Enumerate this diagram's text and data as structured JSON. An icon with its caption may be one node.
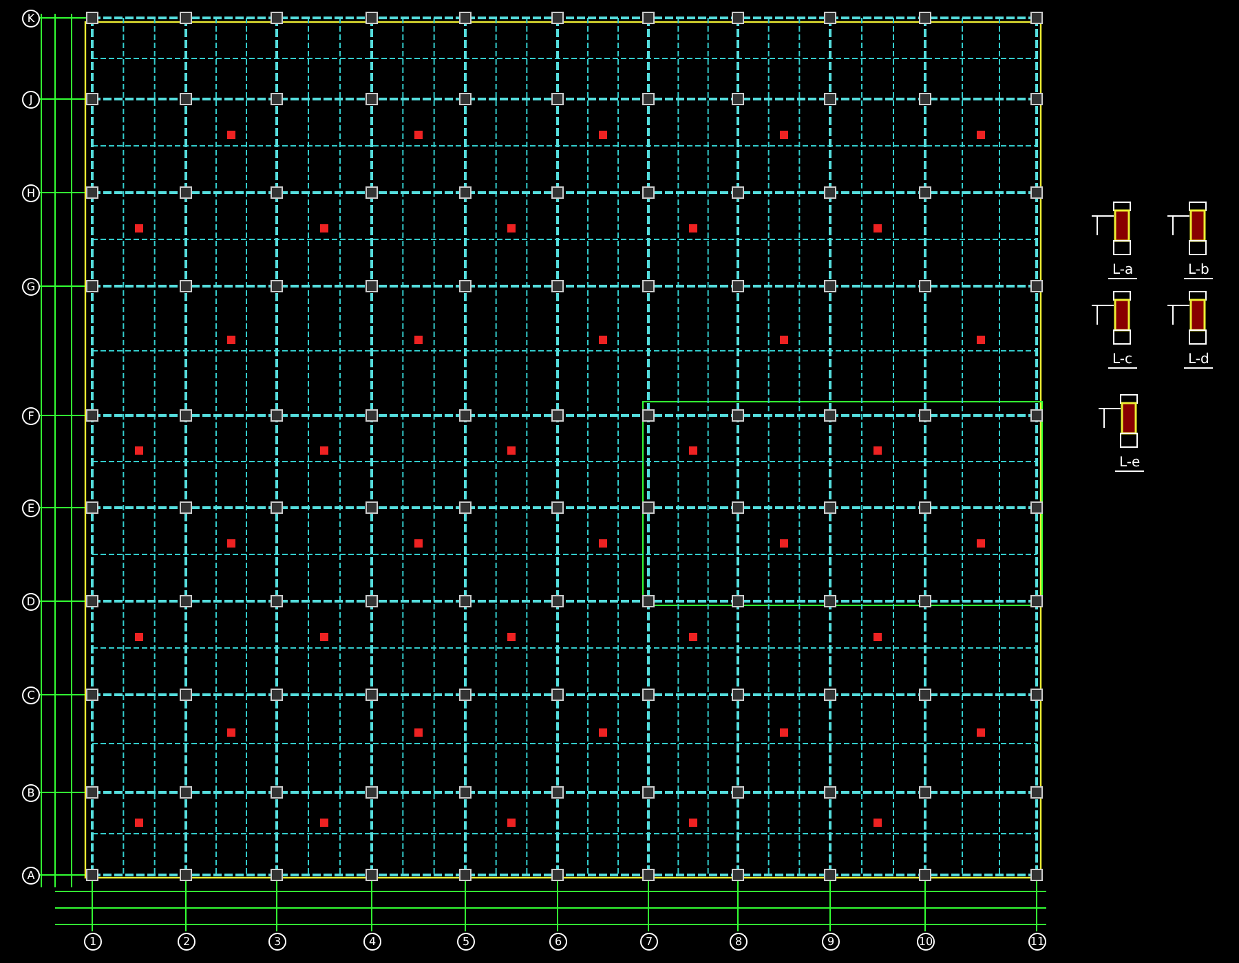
{
  "diagram": {
    "labels": [
      "K",
      "J",
      "H",
      "G",
      "F",
      "E",
      "D",
      "C",
      "B",
      "A",
      "L-a",
      "L-b",
      "L-c",
      "L-d",
      "L-e",
      "1",
      "2",
      "3",
      "4",
      "5",
      "6",
      "7",
      "8",
      "9",
      "10",
      "11"
    ]
  }
}
